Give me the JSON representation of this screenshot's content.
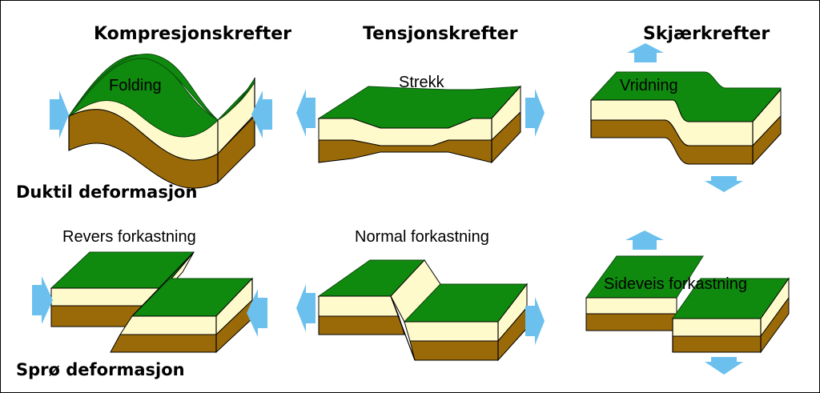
{
  "headers": {
    "compression": "Kompresjonskrefter",
    "tension": "Tensjonskrefter",
    "shear": "Skjærkrefter"
  },
  "rows": {
    "ductile": "Duktil deformasjon",
    "brittle": "Sprø deformasjon"
  },
  "panels": {
    "folding": "Folding",
    "stretch": "Strekk",
    "twist": "Vridning",
    "reverse_fault": "Revers forkastning",
    "normal_fault": "Normal forkastning",
    "strike_slip_fault": "Sideveis forkastning"
  },
  "colors": {
    "green": "#0f8a0f",
    "cream": "#fffacb",
    "brown": "#9a6a08",
    "arrow": "#6cc0ee"
  }
}
